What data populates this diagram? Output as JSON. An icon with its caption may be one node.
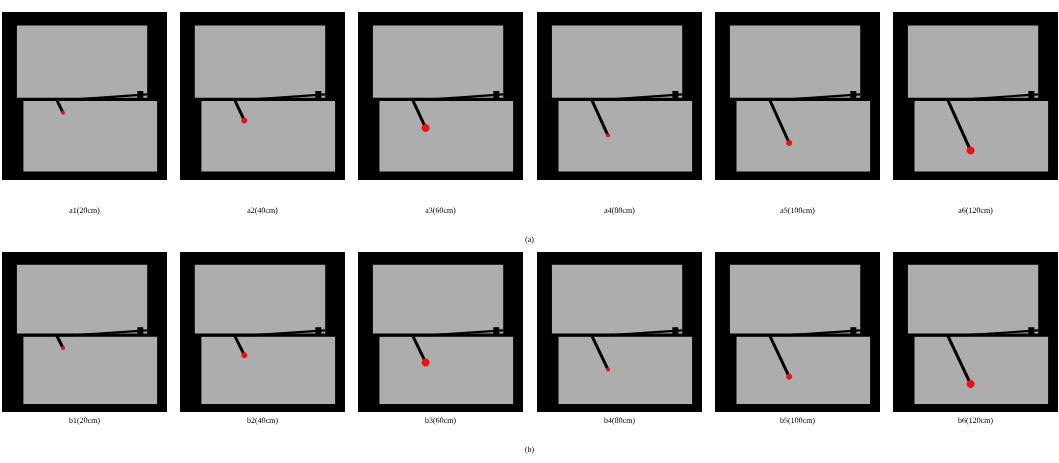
{
  "diagram": {
    "labels": [
      "a1(20cm)",
      "a2(40cm)",
      "a3(60cm)",
      "a4(80cm)",
      "a5(100cm)",
      "a6(120cm)",
      "(a)",
      "b1(20cm)",
      "b2(40cm)",
      "b3(60cm)",
      "b4(80cm)",
      "b5(100cm)",
      "b6(120cm)",
      "(b)"
    ]
  }
}
